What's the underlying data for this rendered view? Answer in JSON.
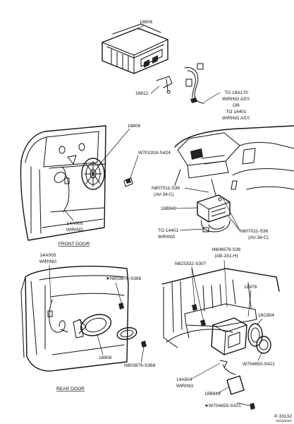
{
  "labels": {
    "module_top": "18806",
    "bracket_top": "18812",
    "to_wiring_1": "TO 19A170",
    "to_wiring_2": "WIRING ASY.",
    "to_wiring_3": "OR",
    "to_wiring_4": "TO 14401",
    "to_wiring_5": "WIRING ASY.",
    "speaker_front": "18808",
    "screw_front": "W701918-S424",
    "nut_1": "N807011-S36",
    "nut_1_note": "(AV-34-C)",
    "module_front": "18B849",
    "to_14401_1": "TO 14401",
    "to_14401_2": "WIRING",
    "nut_2": "N807011-S36",
    "nut_2_note": "(AV-34-C)",
    "wiring_front_1": "14A005",
    "wiring_front_2": "WIRING",
    "front_door_caption": "FRONT DOOR",
    "nut_3": "N606678-S36",
    "nut_3_note": "(AB-151-H)",
    "wiring_rear_1": "14A005",
    "wiring_rear_2": "WIRING",
    "nut_4": "N623332-S307",
    "nut_5": "★N803876-S368",
    "part_18978": "18978",
    "part_18c804": "18C804",
    "speaker_rear": "18808",
    "nut_6": "N803876-S368",
    "screw_rear": "W704650-S421",
    "wiring_14a504_1": "14A504",
    "wiring_14a504_2": "WIRING",
    "module_rear": "18B849",
    "rear_door_caption": "REAR DOOR",
    "screw_star": "★W704655-S421",
    "figure_id": "P-33132",
    "figure_date": "10/18/2004"
  }
}
